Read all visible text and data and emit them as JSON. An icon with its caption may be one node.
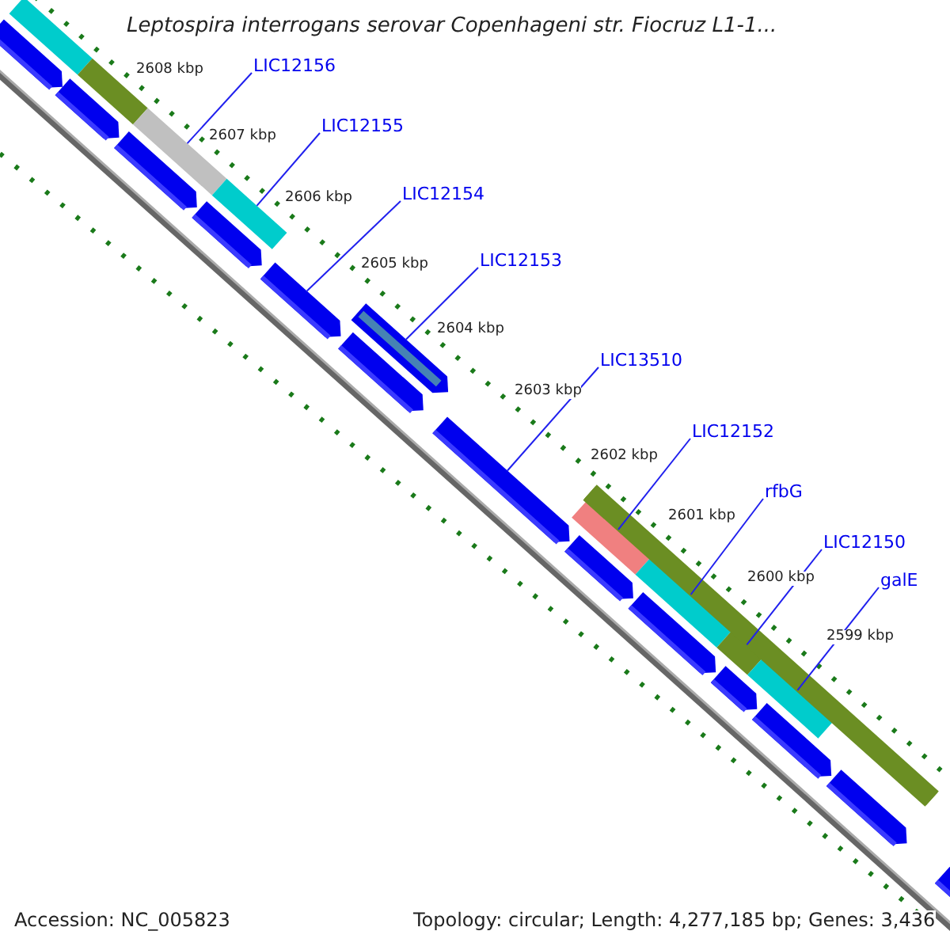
{
  "diagram": {
    "title": "Leptospira interrogans serovar Copenhageni str. Fiocruz L1-1...",
    "nodes": [
      {
        "text": [
          "LIC12156"
        ]
      },
      {
        "text": [
          "LIC12155"
        ]
      },
      {
        "text": [
          "LIC12154"
        ]
      },
      {
        "text": [
          "LIC12153"
        ]
      },
      {
        "text": [
          "LIC13510"
        ]
      },
      {
        "text": [
          "LIC12152"
        ]
      },
      {
        "text": [
          "rfbG"
        ]
      },
      {
        "text": [
          "LIC12150"
        ]
      },
      {
        "text": [
          "galE"
        ]
      },
      {
        "text": [],
        "shape": "bar"
      },
      {
        "text": [],
        "shape": "arrow"
      },
      {
        "text": [],
        "shape": "bar"
      },
      {
        "text": [],
        "shape": "arrow"
      },
      {
        "text": [],
        "shape": "bar"
      },
      {
        "text": [],
        "shape": "arrow"
      },
      {
        "text": [],
        "shape": "bar"
      },
      {
        "text": [],
        "shape": "arrow"
      },
      {
        "text": [],
        "shape": "arrow"
      },
      {
        "text": [],
        "shape": "arrow"
      },
      {
        "text": [],
        "shape": "arrow"
      },
      {
        "text": [],
        "shape": "arrow"
      },
      {
        "text": [],
        "shape": "bar"
      },
      {
        "text": [],
        "shape": "bar"
      },
      {
        "text": [],
        "shape": "arrow"
      },
      {
        "text": [],
        "shape": "bar"
      },
      {
        "text": [],
        "shape": "arrow"
      },
      {
        "text": [],
        "shape": "bar"
      },
      {
        "text": [],
        "shape": "arrow"
      },
      {
        "text": [],
        "shape": "bar"
      },
      {
        "text": [],
        "shape": "arrow"
      },
      {
        "text": [],
        "shape": "arrow"
      },
      {
        "text": [],
        "shape": "arrow"
      }
    ],
    "edges": [
      {
        "from": 0,
        "to": 13,
        "arrow": "none"
      },
      {
        "from": 1,
        "to": 15,
        "arrow": "none"
      },
      {
        "from": 2,
        "to": 17,
        "arrow": "none"
      },
      {
        "from": 3,
        "to": 18,
        "arrow": "none"
      },
      {
        "from": 4,
        "to": 20,
        "arrow": "none"
      },
      {
        "from": 5,
        "to": 22,
        "arrow": "none"
      },
      {
        "from": 6,
        "to": 24,
        "arrow": "none"
      },
      {
        "from": 7,
        "to": 26,
        "arrow": "none"
      },
      {
        "from": 8,
        "to": 28,
        "arrow": "none"
      }
    ],
    "labels": [
      "2608 kbp",
      "2607 kbp",
      "2606 kbp",
      "2605 kbp",
      "2604 kbp",
      "2603 kbp",
      "2602 kbp",
      "2601 kbp",
      "2600 kbp",
      "2599 kbp",
      "Accession: NC_005823",
      "Topology: circular; Length: 4,277,185 bp; Genes: 3,436"
    ]
  }
}
